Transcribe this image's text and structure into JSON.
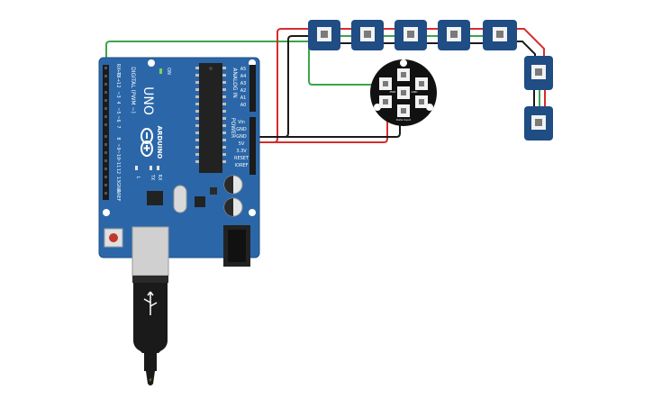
{
  "board": {
    "logo_text": "ARDUINO",
    "model_text": "UNO",
    "digital_header_label": "DIGITAL (PWM ~)",
    "digital_pins": [
      "RX←0",
      "TX→1",
      "2",
      "~3",
      "4",
      "~5",
      "~6",
      "7",
      "8",
      "~9",
      "~10",
      "~11",
      "12",
      "13",
      "GND",
      "AREF"
    ],
    "analog_header_label": "ANALOG IN",
    "analog_pins": [
      "A5",
      "A4",
      "A3",
      "A2",
      "A1",
      "A0"
    ],
    "power_header_label": "POWER",
    "power_pins": [
      "Vin",
      "GND",
      "GND",
      "5V",
      "3.3V",
      "RESET",
      "IOREF"
    ],
    "led_labels": [
      "L",
      "TX",
      "RX"
    ],
    "on_label": "ON"
  },
  "ring": {
    "pin_labels": [
      "PWR",
      "GND",
      "Data Input"
    ]
  },
  "colors": {
    "board_blue": "#2b67a8",
    "wire_green": "#3aa648",
    "wire_red": "#d82c2c",
    "wire_black": "#1a1a1a",
    "pixel_pcb": "#1f4d84",
    "ring_pcb": "#111111"
  },
  "icons": [
    "usb-cable-icon",
    "reset-button-icon",
    "arduino-logo-icon",
    "power-jack-icon"
  ]
}
